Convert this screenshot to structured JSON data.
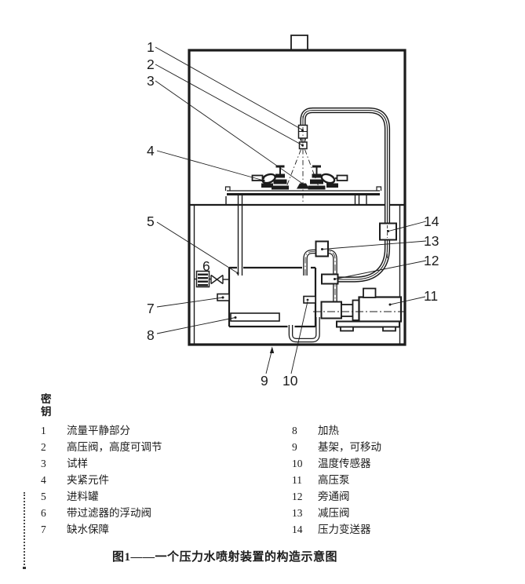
{
  "figure": {
    "callouts": [
      "1",
      "2",
      "3",
      "4",
      "5",
      "6",
      "7",
      "8",
      "9",
      "10",
      "11",
      "12",
      "13",
      "14"
    ]
  },
  "key": {
    "heading_line1": "密",
    "heading_line2": "钥",
    "left_items": [
      {
        "num": "1",
        "label": "流量平静部分"
      },
      {
        "num": "2",
        "label": "高压阀，高度可调节"
      },
      {
        "num": "3",
        "label": "试样"
      },
      {
        "num": "4",
        "label": "夹紧元件"
      },
      {
        "num": "5",
        "label": "进料罐"
      },
      {
        "num": "6",
        "label": "带过滤器的浮动阀"
      },
      {
        "num": "7",
        "label": "缺水保障"
      }
    ],
    "right_items": [
      {
        "num": "8",
        "label": "加热"
      },
      {
        "num": "9",
        "label": "基架，可移动"
      },
      {
        "num": "10",
        "label": "温度传感器"
      },
      {
        "num": "11",
        "label": "高压泵"
      },
      {
        "num": "12",
        "label": "旁通阀"
      },
      {
        "num": "13",
        "label": "减压阀"
      },
      {
        "num": "14",
        "label": "压力变送器"
      }
    ]
  },
  "caption": "图1——一个压力水喷射装置的构造示意图",
  "colors": {
    "ink": "#1c1c1c",
    "background": "#ffffff"
  }
}
